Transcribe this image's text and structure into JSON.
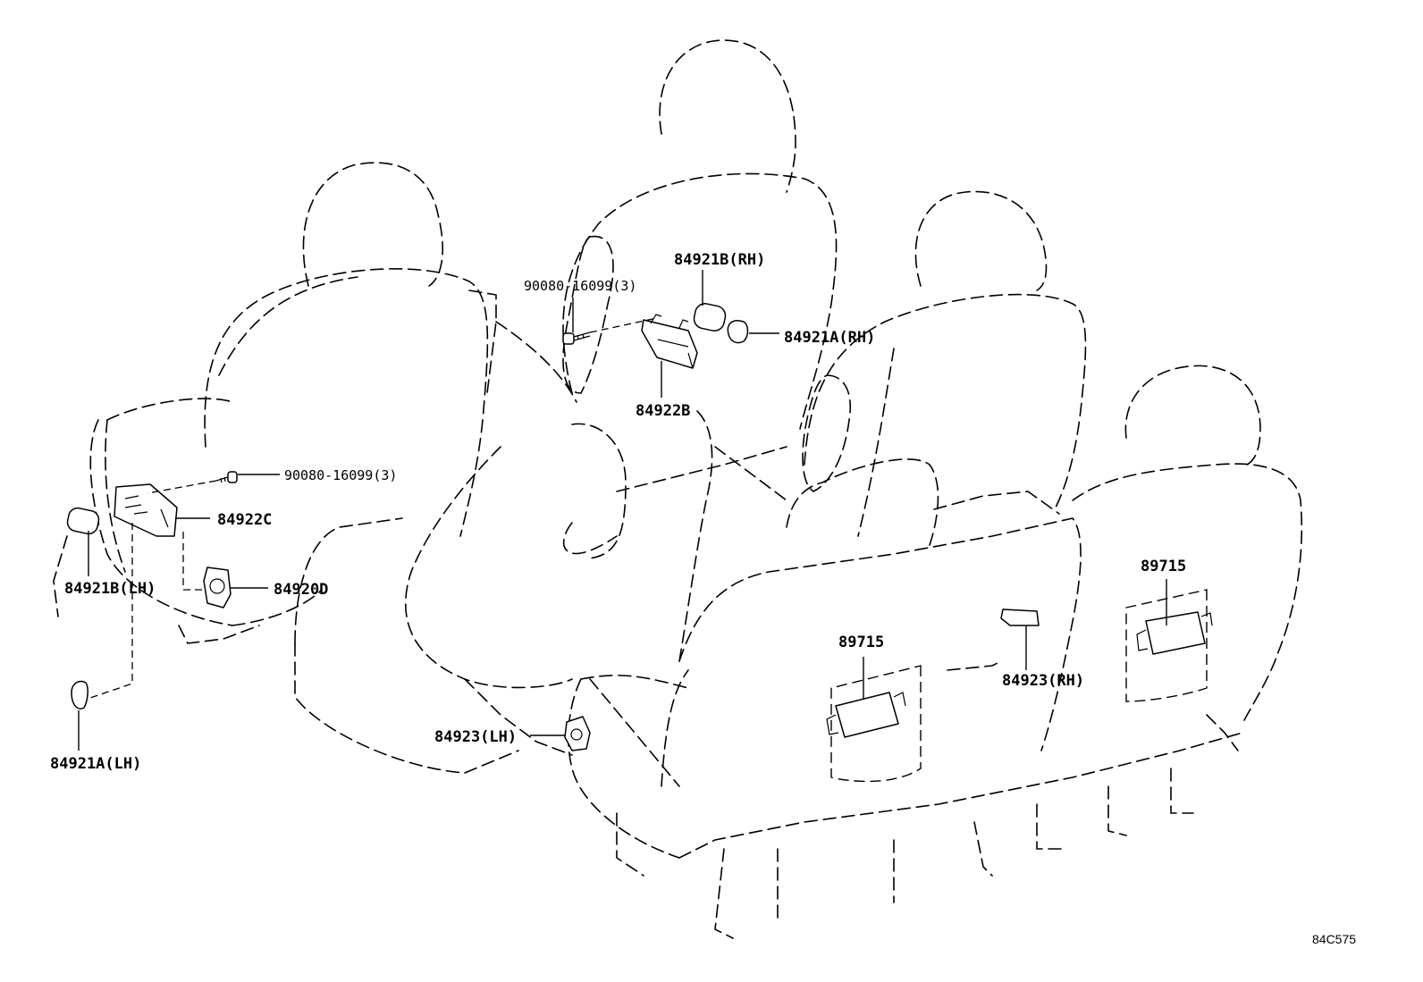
{
  "callouts": {
    "p_84921B_RH": "84921B(RH)",
    "p_90080_top": "90080-16099(3)",
    "p_84921A_RH": "84921A(RH)",
    "p_84922B": "84922B",
    "p_90080_left": "90080-16099(3)",
    "p_84922C": "84922C",
    "p_84921B_LH": "84921B(LH)",
    "p_84920D": "84920D",
    "p_84921A_LH": "84921A(LH)",
    "p_84923_LH": "84923(LH)",
    "p_89715_center": "89715",
    "p_89715_right": "89715",
    "p_84923_RH": "84923(RH)"
  },
  "figure_code": "84C575"
}
